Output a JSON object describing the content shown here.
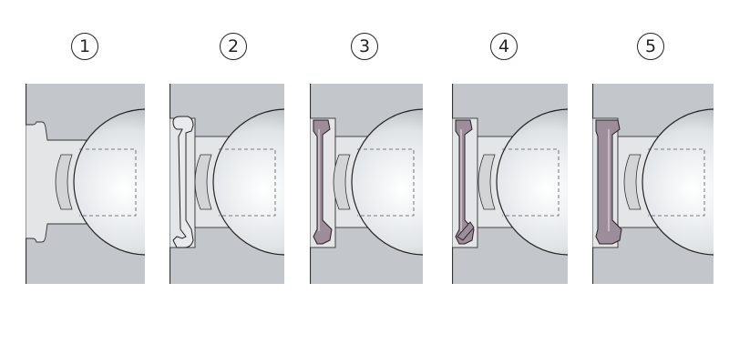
{
  "panels": [
    {
      "number": "1",
      "seal": "none"
    },
    {
      "number": "2",
      "seal": "metal-shield"
    },
    {
      "number": "3",
      "seal": "rubber-seal"
    },
    {
      "number": "4",
      "seal": "rubber-seal-double-lip"
    },
    {
      "number": "5",
      "seal": "rubber-seal-large"
    }
  ],
  "colors": {
    "housing": "#c3c6cb",
    "cutout": "#e4e5e6",
    "seal_rubber": "#9d8c99",
    "outline": "#222222"
  }
}
